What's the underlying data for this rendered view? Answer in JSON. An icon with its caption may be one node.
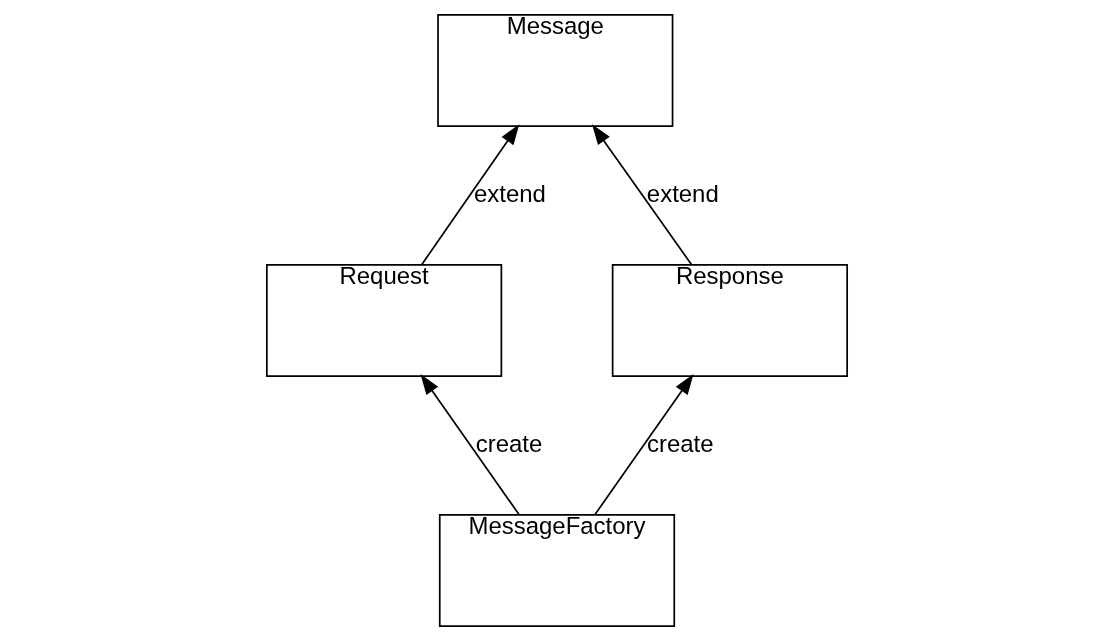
{
  "diagram": {
    "nodes": [
      {
        "text": [
          "Message"
        ]
      },
      {
        "text": [
          "Request"
        ]
      },
      {
        "text": [
          "Response"
        ]
      },
      {
        "text": [
          "MessageFactory"
        ]
      }
    ],
    "edges": [
      {
        "from": 1,
        "to": 0,
        "arrow": "to",
        "label": "extend"
      },
      {
        "from": 2,
        "to": 0,
        "arrow": "to",
        "label": "extend"
      },
      {
        "from": 3,
        "to": 1,
        "arrow": "to",
        "label": "create"
      },
      {
        "from": 3,
        "to": 2,
        "arrow": "to",
        "label": "create"
      }
    ]
  }
}
